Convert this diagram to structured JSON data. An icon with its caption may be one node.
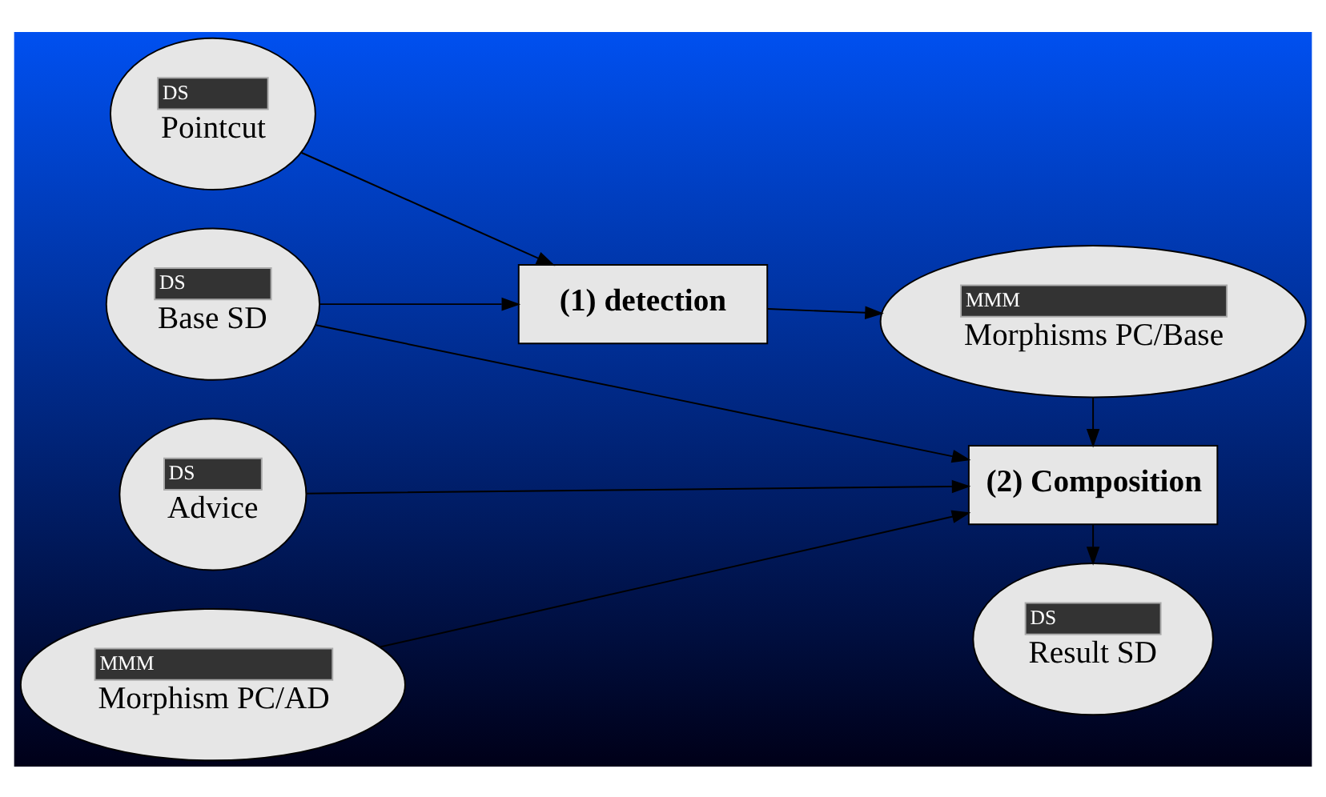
{
  "diagram": {
    "nodes": [
      {
        "text": [
          "DS",
          "Pointcut"
        ]
      },
      {
        "text": [
          "(1) detection"
        ]
      },
      {
        "text": [
          "MMM",
          "Morphisms PC/Base"
        ]
      },
      {
        "text": [
          "DS",
          "Base SD"
        ]
      },
      {
        "text": [
          "(2) Composition"
        ]
      },
      {
        "text": [
          "DS",
          "Advice"
        ]
      },
      {
        "text": [
          "MMM",
          "Morphism PC/AD"
        ]
      },
      {
        "text": [
          "DS",
          "Result SD"
        ]
      }
    ],
    "edges": [
      {
        "from": 0,
        "to": 1,
        "arrow": "to"
      },
      {
        "from": 3,
        "to": 1,
        "arrow": "to"
      },
      {
        "from": 1,
        "to": 2,
        "arrow": "to"
      },
      {
        "from": 2,
        "to": 4,
        "arrow": "to"
      },
      {
        "from": 3,
        "to": 4,
        "arrow": "to"
      },
      {
        "from": 5,
        "to": 4,
        "arrow": "to"
      },
      {
        "from": 6,
        "to": 4,
        "arrow": "to"
      },
      {
        "from": 4,
        "to": 7,
        "arrow": "to"
      }
    ]
  }
}
